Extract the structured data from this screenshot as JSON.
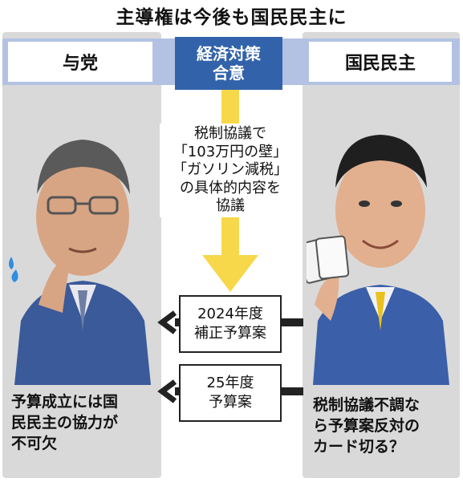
{
  "headline": "主導権は今後も国民民主に",
  "left_party": {
    "name": "与党",
    "caption": [
      "予算成立には国",
      "民民主の協力が",
      "不可欠"
    ]
  },
  "right_party": {
    "name": "国民民主",
    "caption": [
      "税制協議不調な",
      "ら予算案反対の",
      "カード切る？"
    ]
  },
  "agreement": {
    "line1": "経済対策",
    "line2": "合意"
  },
  "consultation": [
    "税制協議で",
    "「103万円の壁」",
    "「ガソリン減税」",
    "の具体的内容を",
    "協議"
  ],
  "budgets": [
    {
      "line1": "2024年度",
      "line2": "補正予算案"
    },
    {
      "line1": "25年度",
      "line2": "予算案"
    }
  ],
  "colors": {
    "band": "#b3c2e2",
    "agreement": "#3263aa",
    "arrow": "#f7d84a",
    "panel": "#d9d9d9"
  }
}
